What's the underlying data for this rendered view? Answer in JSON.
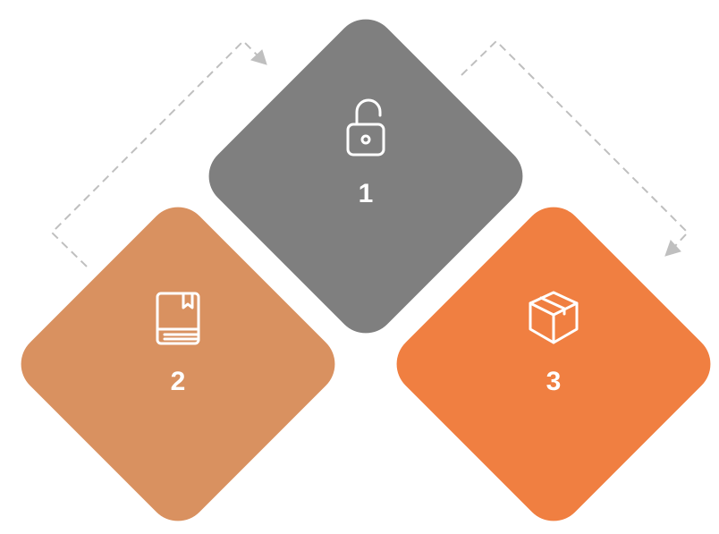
{
  "steps": [
    {
      "number": "1",
      "icon": "unlock-icon",
      "color": "#7f7f7f"
    },
    {
      "number": "2",
      "icon": "book-icon",
      "color": "#d99160"
    },
    {
      "number": "3",
      "icon": "box-icon",
      "color": "#f07f41"
    }
  ],
  "connector_color": "#bfbfbf"
}
